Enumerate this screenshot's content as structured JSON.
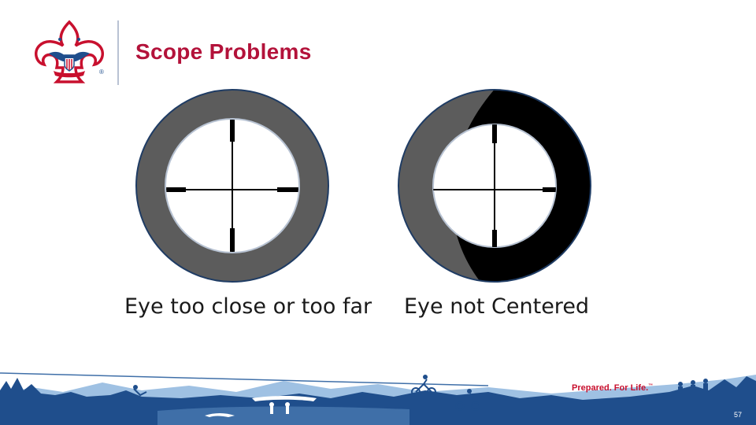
{
  "slide": {
    "title": "Scope Problems",
    "tagline": "Prepared. For Life.",
    "tagline_mark": "™",
    "page_number": "57"
  },
  "scopes": [
    {
      "caption": "Eye too close or too far"
    },
    {
      "caption": "Eye not Centered"
    }
  ],
  "logo": {
    "icon": "fleur-de-lis-eagle-icon",
    "mark": "®"
  },
  "colors": {
    "title": "#b3123a",
    "tagline": "#c8102e",
    "scope_ring": "#5c5c5c",
    "scope_shadow": "#000000",
    "footer_dark": "#1f4e8c",
    "footer_light": "#9fc1e3"
  }
}
